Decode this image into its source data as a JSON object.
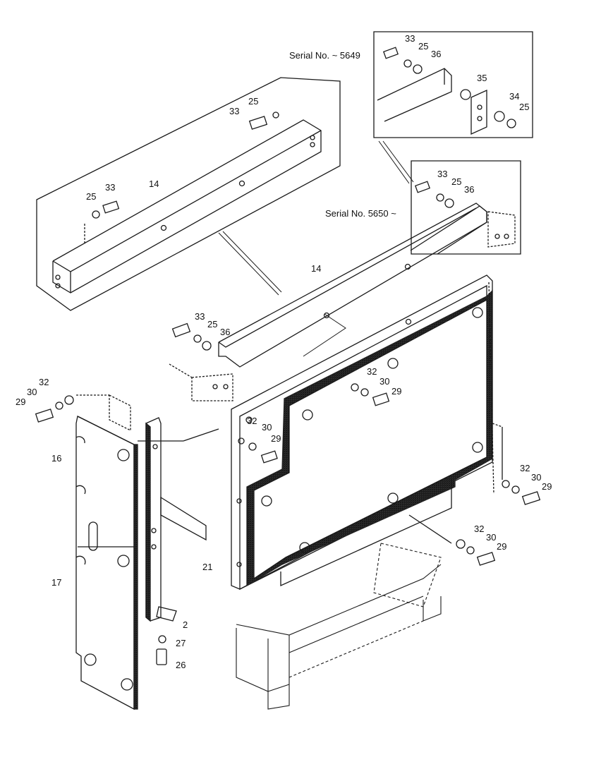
{
  "serial_labels": {
    "old": "Serial No. ~ 5649",
    "new": "Serial No. 5650 ~"
  },
  "callouts": {
    "inset_old": [
      "33",
      "25",
      "36",
      "35",
      "34",
      "25"
    ],
    "inset_new": [
      "33",
      "25",
      "36"
    ],
    "top_bar": [
      "25",
      "33",
      "14",
      "25",
      "33"
    ],
    "main_bar": [
      "14",
      "33",
      "25",
      "36"
    ],
    "upper_left": [
      "32",
      "30",
      "29"
    ],
    "plates": [
      "16",
      "17"
    ],
    "bracket": [
      "2",
      "27",
      "26"
    ],
    "panel": [
      "21",
      "32",
      "30",
      "29",
      "32",
      "30",
      "29"
    ],
    "panel_right": [
      "32",
      "30",
      "29"
    ],
    "panel_bottom": [
      "32",
      "30",
      "29"
    ]
  },
  "colors": {
    "line": "#1a1a1a",
    "shading": "#555555",
    "background": "#ffffff"
  }
}
